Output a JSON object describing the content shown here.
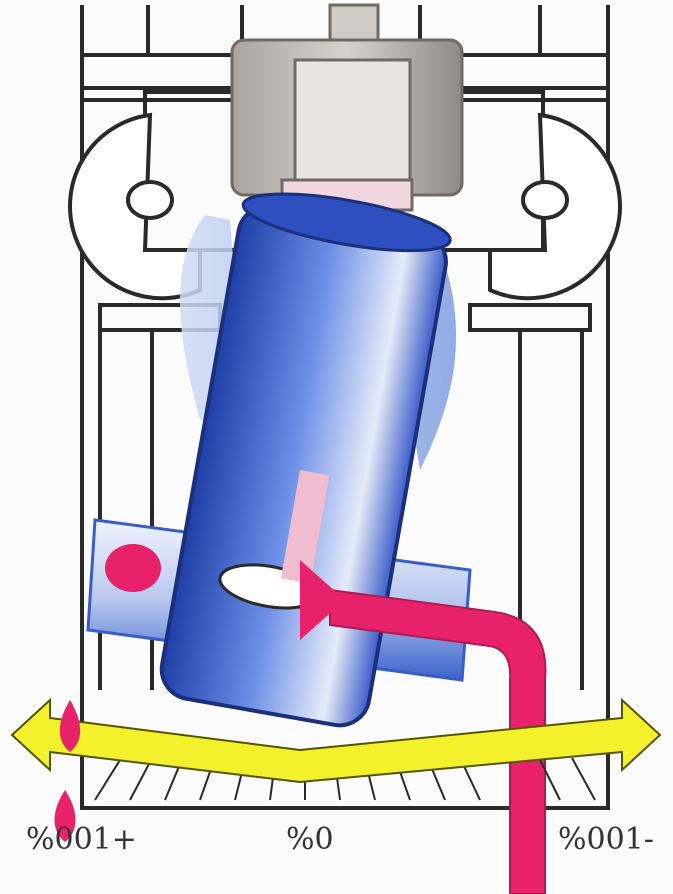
{
  "scale_labels": {
    "left": "%001+",
    "center": "%0",
    "right": "%001-"
  },
  "colors": {
    "frame_stroke": "#2a2a2a",
    "barrel_fill": "#3b5fd0",
    "hydraulic_flow": "#e8226a",
    "balance_arrow": "#f3f02c",
    "valve_housing": "#9a9590",
    "background": "#fbfbfb"
  }
}
